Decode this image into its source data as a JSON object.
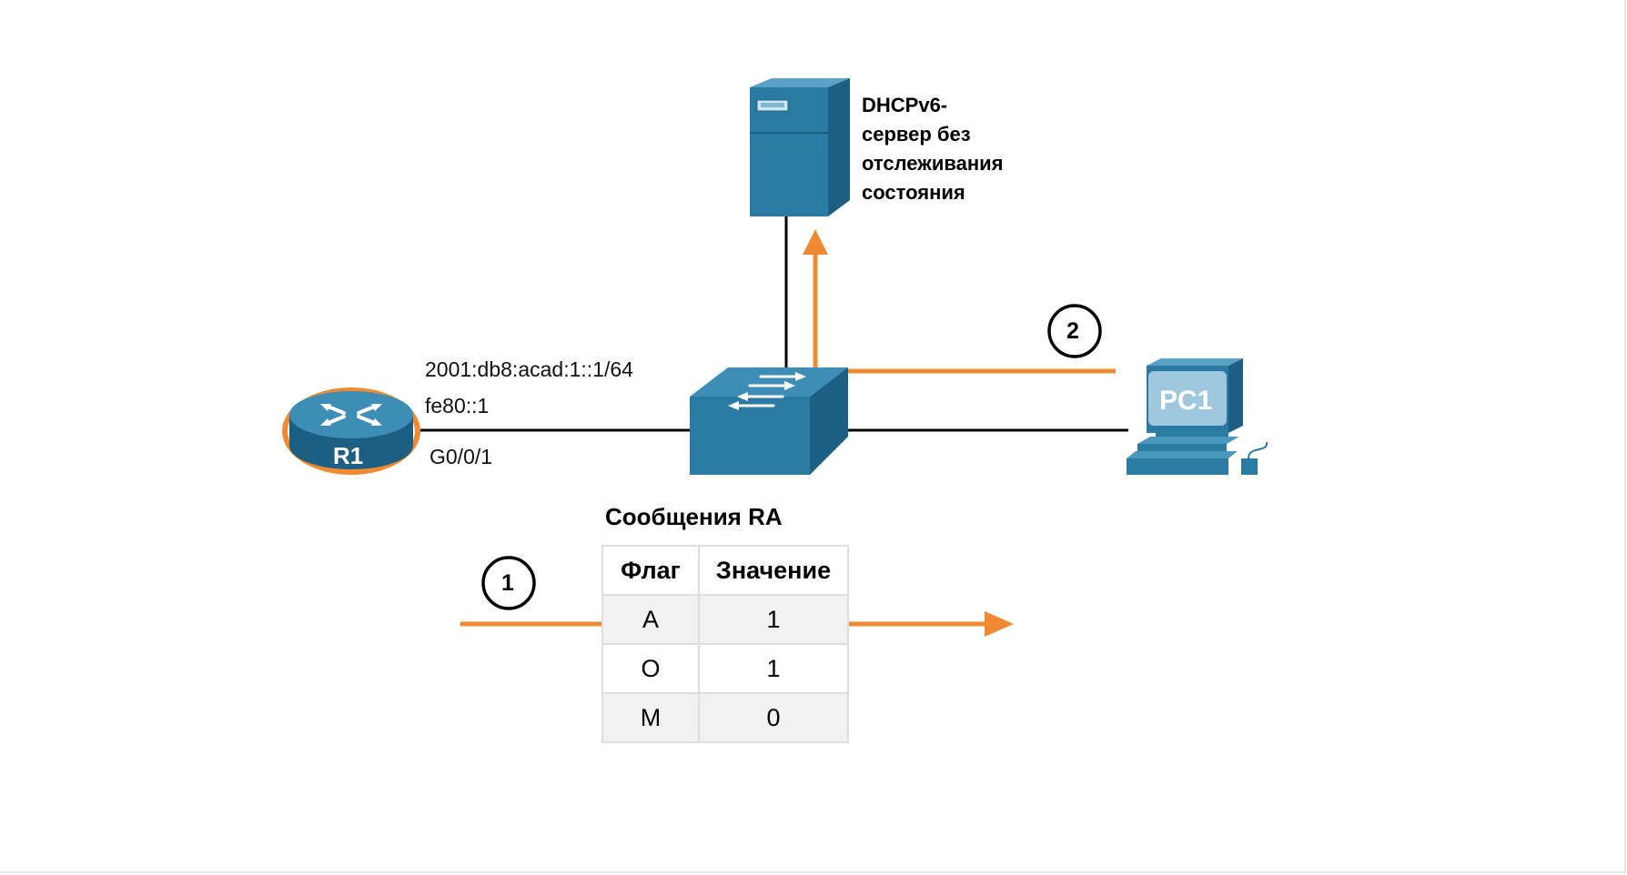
{
  "devices": {
    "router": {
      "name": "R1",
      "interface": "G0/0/1",
      "ipv6_global": "2001:db8:acad:1::1/64",
      "ipv6_link_local": "fe80::1"
    },
    "server": {
      "label_lines": [
        "DHCPv6-",
        "сервер без",
        "отслеживания",
        "состояния"
      ]
    },
    "pc": {
      "name": "PC1"
    }
  },
  "steps": {
    "step1": "1",
    "step2": "2"
  },
  "ra_table": {
    "title": "Сообщения RA",
    "headers": [
      "Флаг",
      "Значение"
    ],
    "rows": [
      {
        "flag": "A",
        "value": "1"
      },
      {
        "flag": "O",
        "value": "1"
      },
      {
        "flag": "M",
        "value": "0"
      }
    ]
  },
  "colors": {
    "device_blue": "#2a7aa3",
    "device_dark": "#1d5f82",
    "device_light": "#4b98bf",
    "arrow_orange": "#f08a32",
    "link_black": "#000000"
  }
}
